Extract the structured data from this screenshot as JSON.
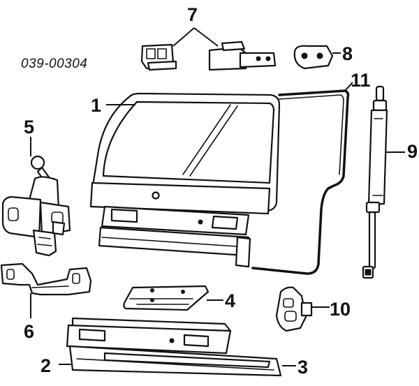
{
  "reference_code": "039-00304",
  "callouts": {
    "c1": "1",
    "c2": "2",
    "c3": "3",
    "c4": "4",
    "c5": "5",
    "c6": "6",
    "c7": "7",
    "c8": "8",
    "c9": "9",
    "c10": "10",
    "c11": "11"
  }
}
